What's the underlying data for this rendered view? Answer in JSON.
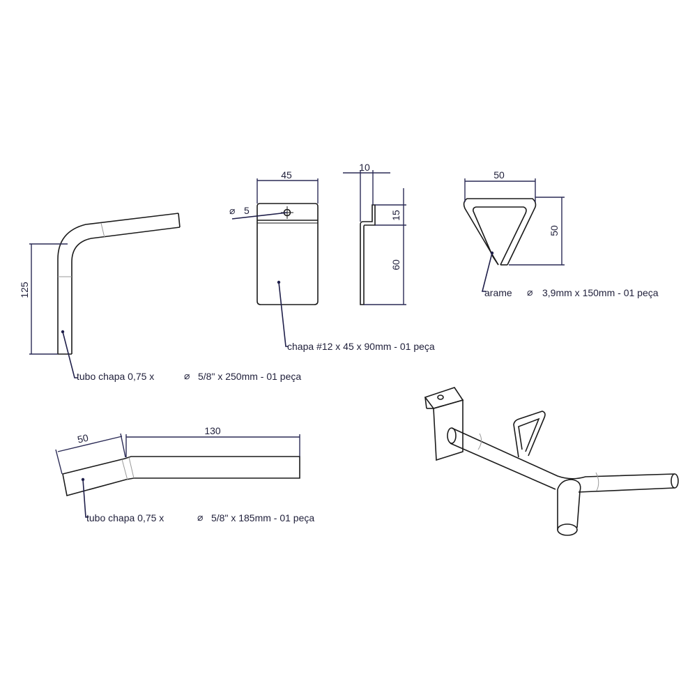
{
  "parts": {
    "tube_long": {
      "dim_height": "125",
      "label_prefix": "tubo chapa 0,75 x",
      "label_suffix": "5/8\" x 250mm - 01 peça"
    },
    "plate": {
      "dim_width": "45",
      "dim_hole": "5",
      "label": "chapa #12 x 45 x 90mm - 01 peça"
    },
    "plate_side": {
      "dim_top": "10",
      "dim_tab": "15",
      "dim_height": "60"
    },
    "wire": {
      "dim_width": "50",
      "dim_height": "50",
      "label_prefix": "arame",
      "label_suffix": "3,9mm x 150mm - 01 peça"
    },
    "tube_short": {
      "dim_left": "50",
      "dim_right": "130",
      "label_prefix": "tubo chapa 0,75 x",
      "label_suffix": "5/8\" x 185mm - 01 peça"
    }
  },
  "symbols": {
    "diameter_glyph": "⌀"
  }
}
